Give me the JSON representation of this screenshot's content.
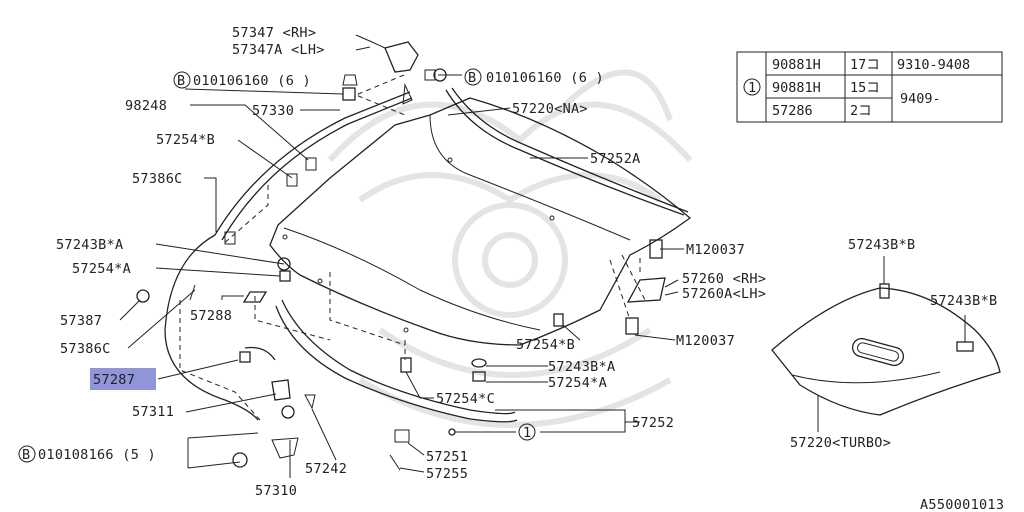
{
  "diagram": {
    "catalog_number": "A550001013",
    "highlighted_part": "57287",
    "labels": {
      "p57347": "57347 <RH>",
      "p57347a": "57347A <LH>",
      "bolt_top_left": "010106160 (6 )",
      "bolt_top_right": "010106160 (6 )",
      "p98248": "98248",
      "p57330": "57330",
      "p57254b_1": "57254*B",
      "p57386c_1": "57386C",
      "p57243ba_1": "57243B*A",
      "p57254a_1": "57254*A",
      "p57387": "57387",
      "p57386c_2": "57386C",
      "p57288": "57288",
      "p57287": "57287",
      "p57311": "57311",
      "bolt_bottom": "010108166 (5 )",
      "p57310": "57310",
      "p57242": "57242",
      "p57251": "57251",
      "p57255": "57255",
      "p57252": "57252",
      "p57254c": "57254*C",
      "p57254a_2": "57254*A",
      "p57243ba_2": "57243B*A",
      "p57254b_2": "57254*B",
      "p57220na": "57220<NA>",
      "p57252a": "57252A",
      "m120037_top": "M120037",
      "p57260": "57260 <RH>",
      "p57260a": "57260A<LH>",
      "m120037_bottom": "M120037",
      "p57243bb_1": "57243B*B",
      "p57243bb_2": "57243B*B",
      "p57220turbo": "57220<TURBO>"
    },
    "bolt_marker": "B",
    "ref_marker": "1"
  },
  "table": {
    "ref": "1",
    "rows": [
      {
        "part": "90881H",
        "qty": "17コ",
        "period": "9310-9408"
      },
      {
        "part": "90881H",
        "qty": "15コ",
        "period": "9409-"
      },
      {
        "part": "57286",
        "qty": "2コ",
        "period": ""
      }
    ]
  }
}
